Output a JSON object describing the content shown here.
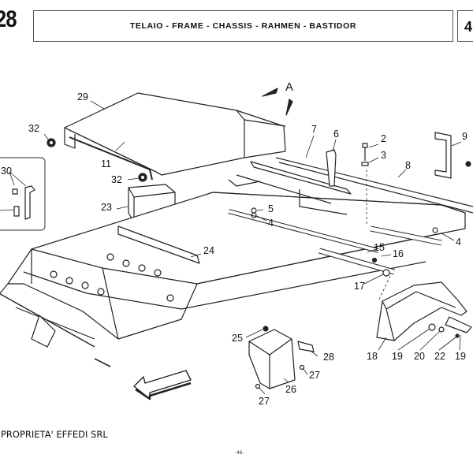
{
  "header": {
    "section_number": "28",
    "title": "TELAIO - FRAME - CHASSIS - RAHMEN - BASTIDOR",
    "page_ref": "4"
  },
  "drawing": {
    "view_label": "A",
    "callouts": [
      {
        "id": "c29",
        "label": "29"
      },
      {
        "id": "c32a",
        "label": "32"
      },
      {
        "id": "c11",
        "label": "11"
      },
      {
        "id": "c32b",
        "label": "32"
      },
      {
        "id": "c30",
        "label": "30"
      },
      {
        "id": "c23",
        "label": "23"
      },
      {
        "id": "c24",
        "label": "24"
      },
      {
        "id": "c7",
        "label": "7"
      },
      {
        "id": "c6",
        "label": "6"
      },
      {
        "id": "c2",
        "label": "2"
      },
      {
        "id": "c3",
        "label": "3"
      },
      {
        "id": "c8",
        "label": "8"
      },
      {
        "id": "c9",
        "label": "9"
      },
      {
        "id": "c5",
        "label": "5"
      },
      {
        "id": "c4a",
        "label": "4"
      },
      {
        "id": "c4b",
        "label": "4"
      },
      {
        "id": "c15",
        "label": "15"
      },
      {
        "id": "c16",
        "label": "16"
      },
      {
        "id": "c17",
        "label": "17"
      },
      {
        "id": "c18",
        "label": "18"
      },
      {
        "id": "c19a",
        "label": "19"
      },
      {
        "id": "c20",
        "label": "20"
      },
      {
        "id": "c22",
        "label": "22"
      },
      {
        "id": "c19b",
        "label": "19"
      },
      {
        "id": "c25",
        "label": "25"
      },
      {
        "id": "c26",
        "label": "26"
      },
      {
        "id": "c27a",
        "label": "27"
      },
      {
        "id": "c27b",
        "label": "27"
      },
      {
        "id": "c28",
        "label": "28"
      }
    ]
  },
  "footer": {
    "owner": "PROPRIETA' EFFEDI SRL",
    "page_number": "-46-"
  },
  "colors": {
    "line": "#222222",
    "frame_fill": "#ffffff",
    "box_border": "#555555"
  }
}
